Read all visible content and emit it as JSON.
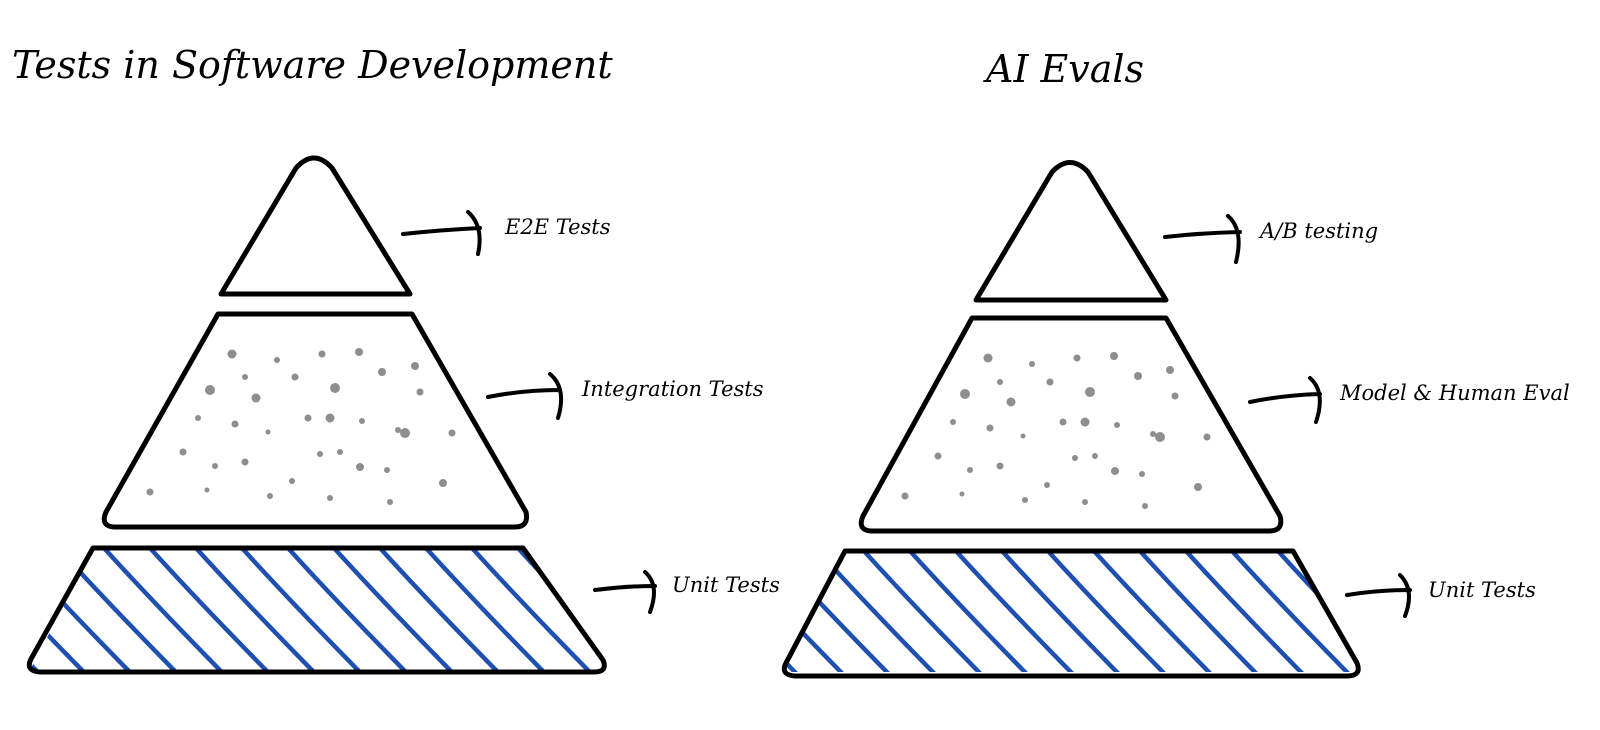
{
  "colors": {
    "outline": "#000000",
    "hatch": "#1f4fb0",
    "dots": "#8e8e8e",
    "background": "#ffffff"
  },
  "diagrams": [
    {
      "title": "Tests in Software Development",
      "layers": [
        {
          "label": "E2E Tests",
          "fill": "plain"
        },
        {
          "label": "Integration Tests",
          "fill": "dotted"
        },
        {
          "label": "Unit Tests",
          "fill": "hatched"
        }
      ]
    },
    {
      "title": "AI Evals",
      "layers": [
        {
          "label": "A/B testing",
          "fill": "plain"
        },
        {
          "label": "Model & Human Eval",
          "fill": "dotted"
        },
        {
          "label": "Unit Tests",
          "fill": "hatched"
        }
      ]
    }
  ]
}
